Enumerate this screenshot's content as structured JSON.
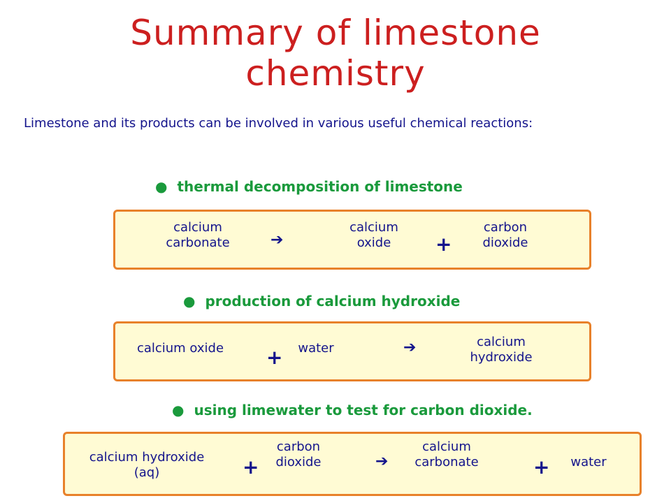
{
  "title_line1": "Summary of limestone",
  "title_line2": "chemistry",
  "subtitle": "Limestone and its products can be involved in various useful chemical reactions:",
  "bullet_symbol": "●",
  "plus_symbol": "+",
  "arrow_symbol": "➔",
  "reaction1": {
    "heading": "thermal decomposition of limestone",
    "reactant1_l1": "calcium",
    "reactant1_l2": "carbonate",
    "product1_l1": "calcium",
    "product1_l2": "oxide",
    "product2_l1": "carbon",
    "product2_l2": "dioxide"
  },
  "reaction2": {
    "heading": "production of calcium hydroxide",
    "reactant1": "calcium oxide",
    "reactant2": "water",
    "product1_l1": "calcium",
    "product1_l2": "hydroxide"
  },
  "reaction3": {
    "heading": "using limewater to test for carbon dioxide.",
    "reactant1_l1": "calcium hydroxide",
    "reactant1_l2": "(aq)",
    "reactant2_l1": "carbon",
    "reactant2_l2": "dioxide",
    "product1_l1": "calcium",
    "product1_l2": "carbonate",
    "product2": "water"
  }
}
